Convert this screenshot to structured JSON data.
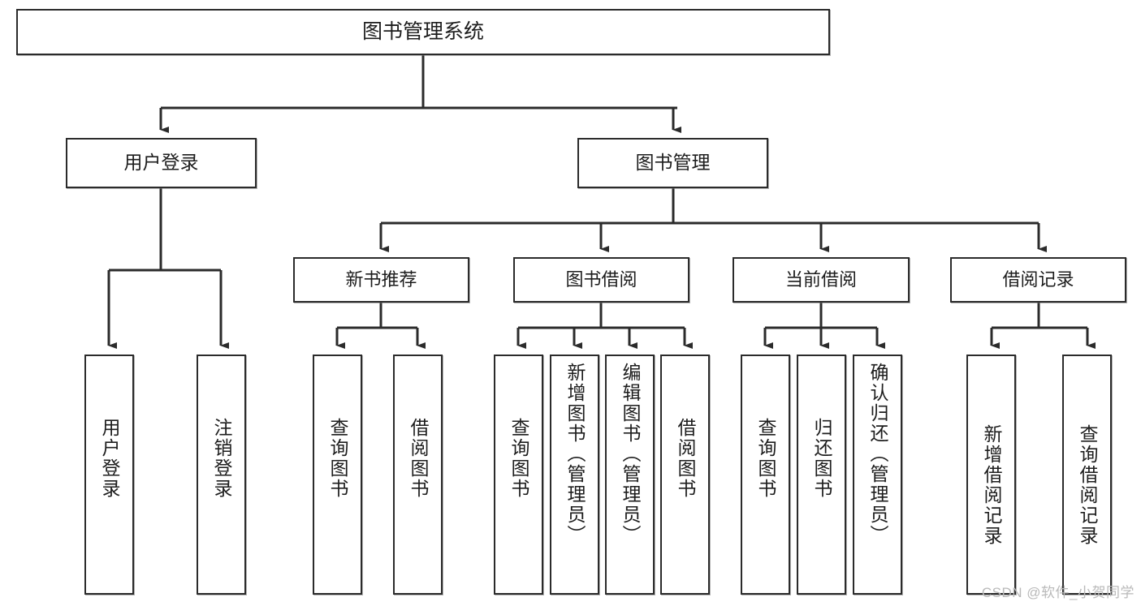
{
  "diagram": {
    "title": "图书管理系统",
    "type": "tree",
    "watermark": "CSDN @软件_小贺同学",
    "colors": {
      "stroke": "#2b2b2b",
      "fill": "#ffffff",
      "text": "#1d1d1d",
      "watermark": "#b9b9b9"
    },
    "nodes": {
      "root": {
        "label": "图书管理系统"
      },
      "level2": [
        {
          "id": "user-login",
          "label": "用户登录"
        },
        {
          "id": "book-manage",
          "label": "图书管理"
        }
      ],
      "level3": [
        {
          "id": "new-book-recommend",
          "label": "新书推荐"
        },
        {
          "id": "book-borrow",
          "label": "图书借阅"
        },
        {
          "id": "current-borrow",
          "label": "当前借阅"
        },
        {
          "id": "borrow-record",
          "label": "借阅记录"
        }
      ],
      "leaves": [
        {
          "id": "leaf-user-login",
          "label": "用户登录",
          "parent": "user-login"
        },
        {
          "id": "leaf-logout-login",
          "label": "注销登录",
          "parent": "user-login"
        },
        {
          "id": "leaf-query-book-1",
          "label": "查询图书",
          "parent": "new-book-recommend"
        },
        {
          "id": "leaf-borrow-book-1",
          "label": "借阅图书",
          "parent": "new-book-recommend"
        },
        {
          "id": "leaf-query-book-2",
          "label": "查询图书",
          "parent": "book-borrow"
        },
        {
          "id": "leaf-add-book",
          "label": "新增图书（管理员）",
          "parent": "book-borrow"
        },
        {
          "id": "leaf-edit-book",
          "label": "编辑图书（管理员）",
          "parent": "book-borrow"
        },
        {
          "id": "leaf-borrow-book-2",
          "label": "借阅图书",
          "parent": "book-borrow"
        },
        {
          "id": "leaf-query-book-3",
          "label": "查询图书",
          "parent": "current-borrow"
        },
        {
          "id": "leaf-return-book",
          "label": "归还图书",
          "parent": "current-borrow"
        },
        {
          "id": "leaf-confirm-return",
          "label": "确认归还（管理员）",
          "parent": "current-borrow"
        },
        {
          "id": "leaf-add-record",
          "label": "新增借阅记录",
          "parent": "borrow-record"
        },
        {
          "id": "leaf-query-record",
          "label": "查询借阅记录",
          "parent": "borrow-record"
        }
      ]
    }
  }
}
